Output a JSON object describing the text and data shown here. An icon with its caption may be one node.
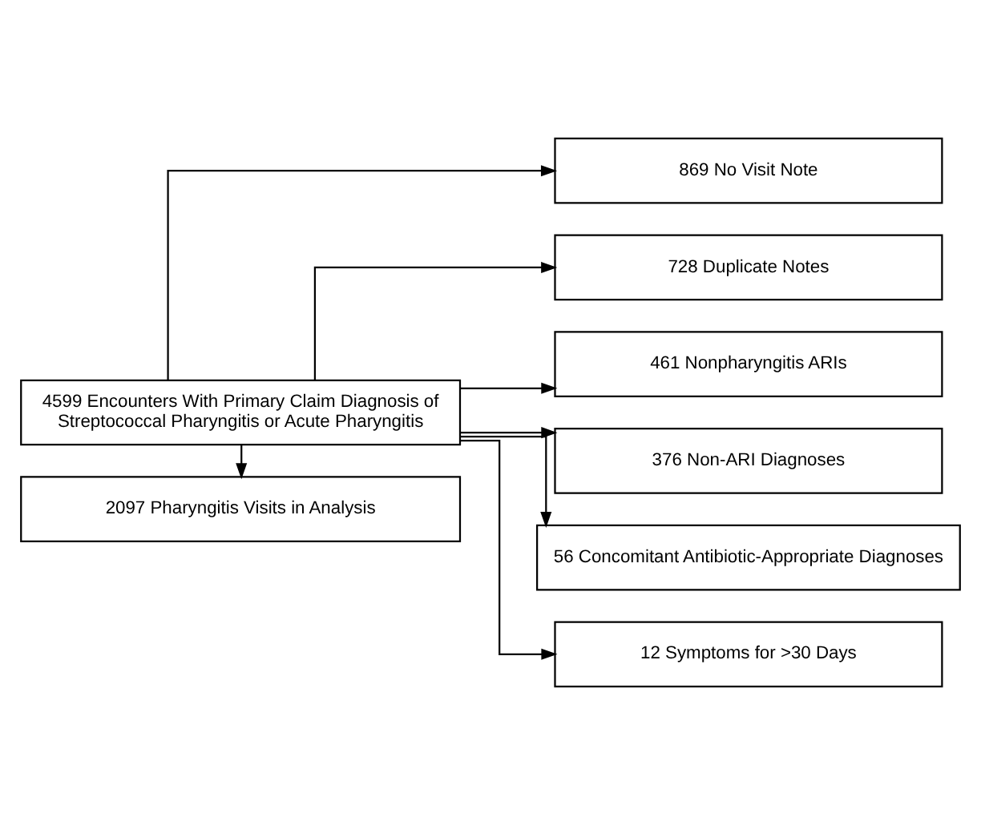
{
  "diagram": {
    "nodes": [
      {
        "text": [
          "4599 Encounters With Primary Claim Diagnosis of Streptococcal Pharyngitis or Acute Pharyngitis"
        ]
      },
      {
        "text": [
          "869 No Visit Note"
        ]
      },
      {
        "text": [
          "728 Duplicate Notes"
        ]
      },
      {
        "text": [
          "461 Nonpharyngitis ARIs"
        ]
      },
      {
        "text": [
          "376 Non-ARI Diagnoses"
        ]
      },
      {
        "text": [
          "56 Concomitant Antibiotic-Appropriate Diagnoses"
        ]
      },
      {
        "text": [
          "12 Symptoms for >30 Days"
        ]
      },
      {
        "text": [
          "2097 Pharyngitis Visits in Analysis"
        ]
      }
    ],
    "edges": [
      {
        "from": 0,
        "to": 1,
        "arrow": "to"
      },
      {
        "from": 0,
        "to": 2,
        "arrow": "to"
      },
      {
        "from": 0,
        "to": 3,
        "arrow": "to"
      },
      {
        "from": 0,
        "to": 4,
        "arrow": "to"
      },
      {
        "from": 0,
        "to": 5,
        "arrow": "to"
      },
      {
        "from": 0,
        "to": 6,
        "arrow": "to"
      },
      {
        "from": 0,
        "to": 7,
        "arrow": "to"
      }
    ]
  }
}
